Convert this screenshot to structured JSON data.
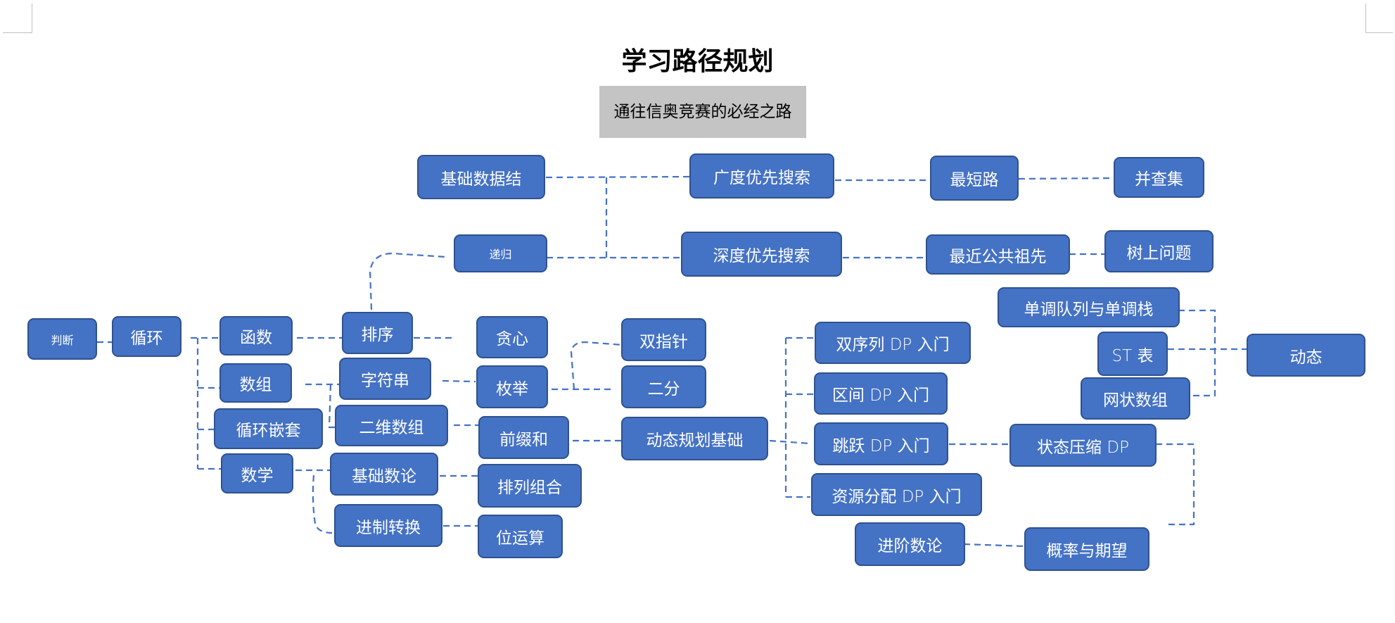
{
  "title": "学习路径规划",
  "subtitle": "通往信奥竞赛的必经之路",
  "colors": {
    "node_fill": "#4472c4",
    "node_border": "#2f528f",
    "subtitle_bg": "#c4c4c4",
    "link": "#4472c4"
  },
  "nodes": [
    {
      "id": "judge",
      "label": "判断"
    },
    {
      "id": "loop",
      "label": "循环"
    },
    {
      "id": "function",
      "label": "函数"
    },
    {
      "id": "array",
      "label": "数组"
    },
    {
      "id": "nested-loop",
      "label": "循环嵌套"
    },
    {
      "id": "math",
      "label": "数学"
    },
    {
      "id": "sort",
      "label": "排序"
    },
    {
      "id": "string",
      "label": "字符串"
    },
    {
      "id": "2d-array",
      "label": "二维数组"
    },
    {
      "id": "basic-number-theory",
      "label": "基础数论"
    },
    {
      "id": "base-conversion",
      "label": "进制转换"
    },
    {
      "id": "recursion",
      "label": "递归"
    },
    {
      "id": "basic-data-structure",
      "label": "基础数据结"
    },
    {
      "id": "greedy",
      "label": "贪心"
    },
    {
      "id": "enumeration",
      "label": "枚举"
    },
    {
      "id": "prefix-sum",
      "label": "前缀和"
    },
    {
      "id": "permutation-combination",
      "label": "排列组合"
    },
    {
      "id": "bit-operation",
      "label": "位运算"
    },
    {
      "id": "two-pointers",
      "label": "双指针"
    },
    {
      "id": "binary-search",
      "label": "二分"
    },
    {
      "id": "dp-basics",
      "label": "动态规划基础"
    },
    {
      "id": "bfs",
      "label": "广度优先搜索"
    },
    {
      "id": "dfs",
      "label": "深度优先搜索"
    },
    {
      "id": "shortest-path",
      "label": "最短路"
    },
    {
      "id": "union-find",
      "label": "并查集"
    },
    {
      "id": "lca",
      "label": "最近公共祖先"
    },
    {
      "id": "tree-problems",
      "label": "树上问题"
    },
    {
      "id": "dual-sequence-dp",
      "label": "双序列 DP 入门"
    },
    {
      "id": "interval-dp",
      "label": "区间 DP 入门"
    },
    {
      "id": "jump-dp",
      "label": "跳跃 DP 入门"
    },
    {
      "id": "resource-dp",
      "label": "资源分配 DP 入门"
    },
    {
      "id": "bitmask-dp",
      "label": "状态压缩 DP"
    },
    {
      "id": "advanced-number-theory",
      "label": "进阶数论"
    },
    {
      "id": "probability-expectation",
      "label": "概率与期望"
    },
    {
      "id": "monotonic-queue-stack",
      "label": "单调队列与单调栈"
    },
    {
      "id": "st-table",
      "label": "ST 表"
    },
    {
      "id": "fenwick-tree",
      "label": "网状数组"
    },
    {
      "id": "dynamic",
      "label": "动态"
    }
  ]
}
